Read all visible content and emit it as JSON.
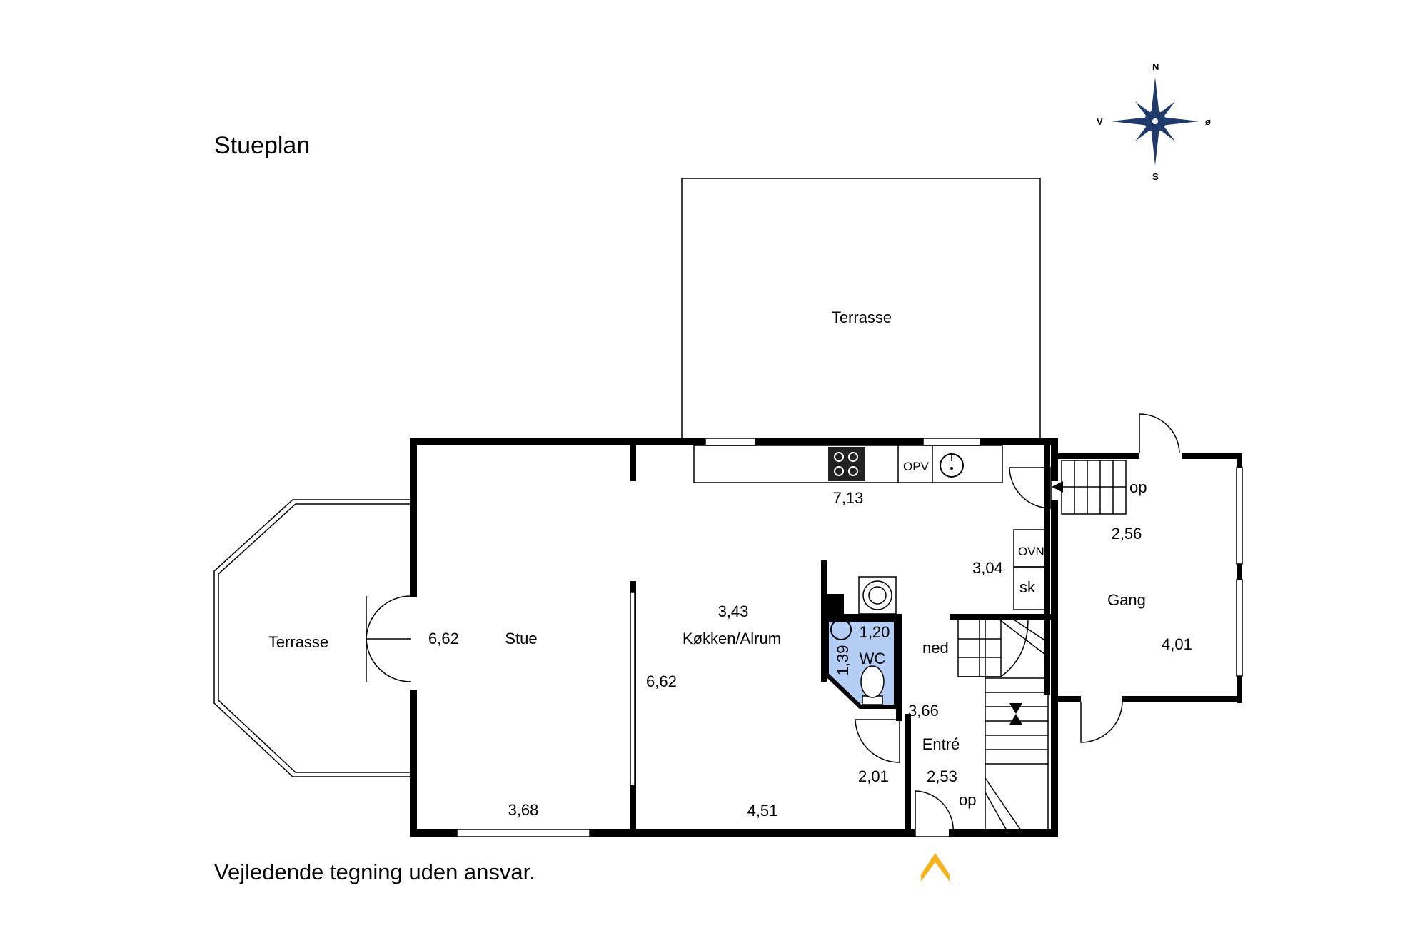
{
  "title": "Stueplan",
  "disclaimer": "Vejledende tegning uden ansvar.",
  "compass": {
    "north": "N",
    "south": "S",
    "east": "ø",
    "west": "V"
  },
  "rooms": {
    "terrace_top": "Terrasse",
    "terrace_left": "Terrasse",
    "stue": "Stue",
    "kitchen": "Køkken/Alrum",
    "wc": "WC",
    "entre": "Entré",
    "gang": "Gang"
  },
  "fixtures": {
    "opv": "OPV",
    "ovn": "OVN",
    "sk": "sk",
    "ned": "ned",
    "op_entre": "op",
    "op_gang": "op"
  },
  "dimensions": {
    "stue_height": "6,62",
    "stue_width": "3,68",
    "kitchen_top": "7,13",
    "kitchen_width_top": "3,43",
    "kitchen_height": "6,62",
    "kitchen_bottom": "4,51",
    "wc_width": "1,20",
    "wc_height": "1,39",
    "hall_304": "3,04",
    "entre_366": "3,66",
    "entre_201": "2,01",
    "entre_253": "2,53",
    "gang_256": "2,56",
    "gang_401": "4,01"
  },
  "colors": {
    "wall": "#000000",
    "wc_floor": "#b3cdf5",
    "entrance_arrow": "#f6b21b"
  }
}
